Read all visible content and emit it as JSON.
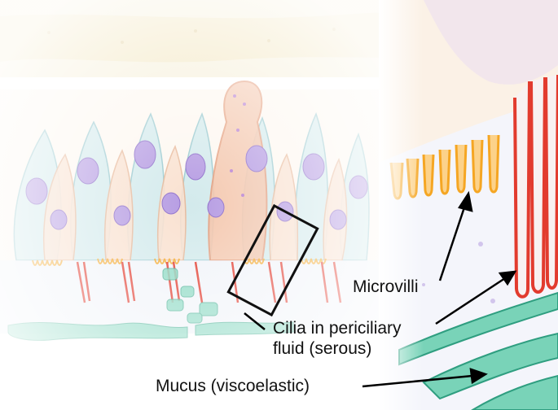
{
  "labels": {
    "microvilli": "Microvilli",
    "cilia_line1": "Cilia in periciliary",
    "cilia_line2": "fluid (serous)",
    "mucus": "Mucus (viscoelastic)"
  },
  "colors": {
    "bone": "#f3e9c7",
    "cell_blue": "#bfe3e8",
    "cell_peach": "#f8dcc6",
    "nucleus": "#b89ae0",
    "goblet": "#f0b79a",
    "microvilli": "#f5a623",
    "cilia": "#e23b2e",
    "mucus": "#6fd0b6",
    "fluid": "#eef1f8",
    "arrow": "#000000"
  }
}
